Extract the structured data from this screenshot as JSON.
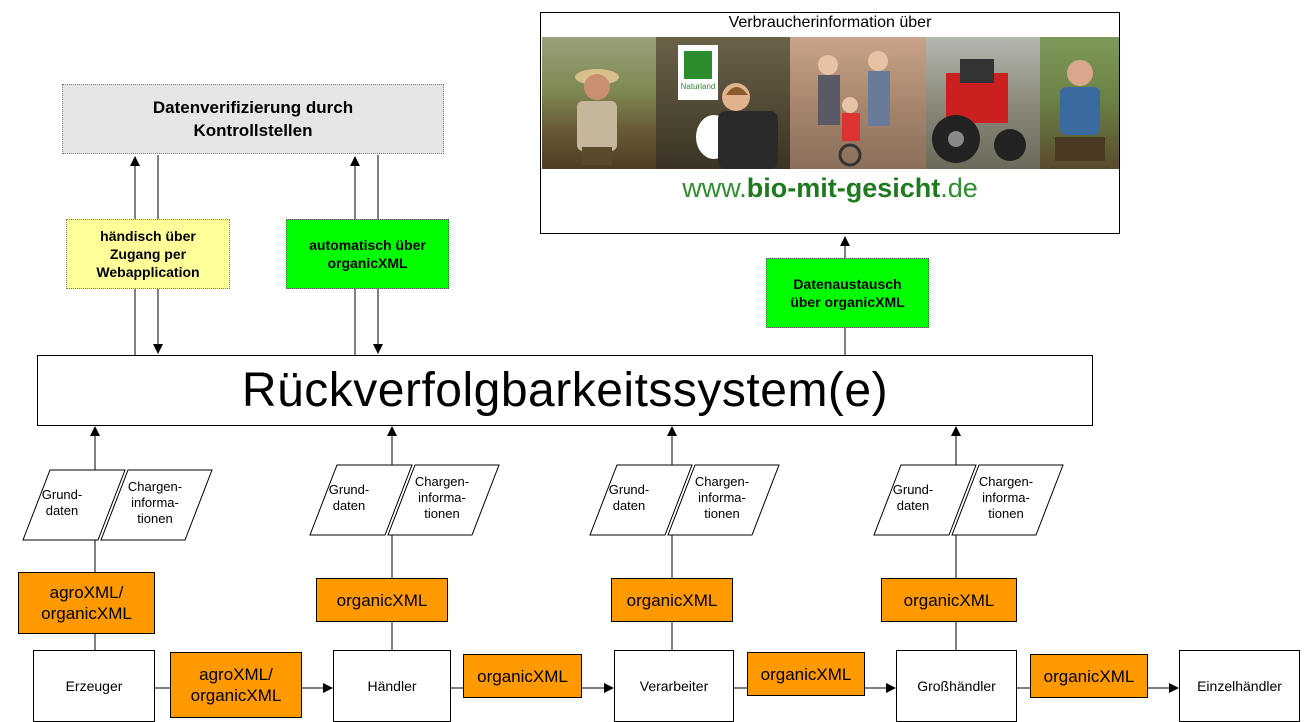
{
  "top_left_box": {
    "line1": "Datenverifizierung durch",
    "line2": "Kontrollstellen"
  },
  "manual_box": {
    "line1": "händisch über",
    "line2": "Zugang per",
    "line3": "Webapplication"
  },
  "auto_box": {
    "line1": "automatisch über",
    "line2": "organicXML"
  },
  "exchange_box": {
    "line1": "Datenaustausch",
    "line2": "über organicXML"
  },
  "consumer": {
    "title": "Verbraucherinformation über",
    "url_prefix": "www.",
    "url_brand": "bio-mit-gesicht",
    "url_suffix": ".de",
    "naturland_logo": "Naturland"
  },
  "main_system": "Rückverfolgbarkeitssystem(e)",
  "data_parallelogram": {
    "grund_line1": "Grund-",
    "grund_line2": "daten",
    "chargen_line1": "Chargen-",
    "chargen_line2": "informa-",
    "chargen_line3": "tionen"
  },
  "standards": {
    "erzeuger_line1": "agroXML/",
    "erzeuger_line2": "organicXML",
    "haendler": "organicXML",
    "verarbeiter": "organicXML",
    "grosshaendler": "organicXML"
  },
  "actors": [
    "Erzeuger",
    "Händler",
    "Verarbeiter",
    "Großhändler",
    "Einzelhändler"
  ],
  "transfers": {
    "t1_line1": "agroXML/",
    "t1_line2": "organicXML",
    "t2": "organicXML",
    "t3": "organicXML",
    "t4": "organicXML"
  },
  "colors": {
    "orange": "#ff9900",
    "green": "#00ff00",
    "yellow": "#ffff99",
    "gray": "#e6e6e6"
  }
}
